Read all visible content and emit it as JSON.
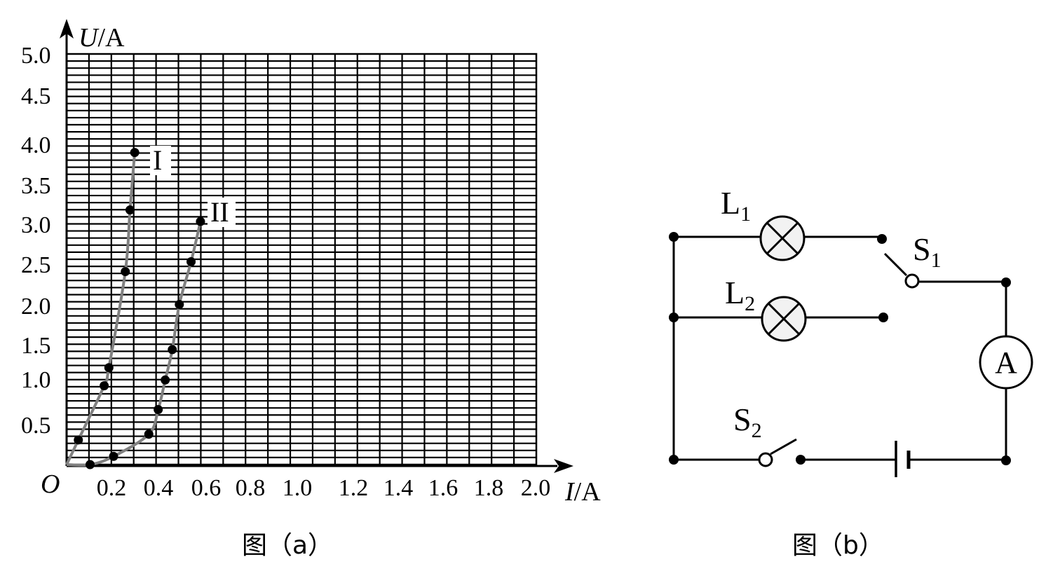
{
  "chart_data": {
    "type": "line",
    "xlabel_italic": "I",
    "xlabel_unit": "/A",
    "ylabel_italic": "U",
    "ylabel_unit": "/A",
    "origin_label": "O",
    "xlim": [
      0,
      2.0
    ],
    "ylim": [
      0,
      5.0
    ],
    "x_ticks": [
      "0.2",
      "0.4",
      "0.6",
      "0.8",
      "1.0",
      "1.2",
      "1.4",
      "1.6",
      "1.8",
      "2.0"
    ],
    "y_ticks": [
      "0.5",
      "1.0",
      "1.5",
      "2.0",
      "2.5",
      "3.0",
      "3.5",
      "4.0",
      "4.5",
      "5.0"
    ],
    "grid": true,
    "series": [
      {
        "name": "I",
        "color": "#808080",
        "points": [
          [
            0.05,
            0.3
          ],
          [
            0.16,
            0.96
          ],
          [
            0.18,
            1.18
          ],
          [
            0.25,
            2.35
          ],
          [
            0.27,
            3.1
          ],
          [
            0.29,
            3.8
          ]
        ],
        "curve_start": [
          0,
          0
        ]
      },
      {
        "name": "II",
        "color": "#808080",
        "points": [
          [
            0.1,
            0.0
          ],
          [
            0.2,
            0.1
          ],
          [
            0.35,
            0.37
          ],
          [
            0.39,
            0.67
          ],
          [
            0.42,
            1.03
          ],
          [
            0.45,
            1.4
          ],
          [
            0.48,
            1.95
          ],
          [
            0.53,
            2.47
          ],
          [
            0.57,
            2.96
          ]
        ],
        "curve_start": [
          0,
          0
        ]
      }
    ]
  },
  "captions": {
    "a": "图（a）",
    "b": "图（b）"
  },
  "circuit": {
    "lamp1": {
      "letter": "L",
      "sub": "1"
    },
    "lamp2": {
      "letter": "L",
      "sub": "2"
    },
    "switch1": {
      "letter": "S",
      "sub": "1"
    },
    "switch2": {
      "letter": "S",
      "sub": "2"
    },
    "ammeter": "A"
  }
}
